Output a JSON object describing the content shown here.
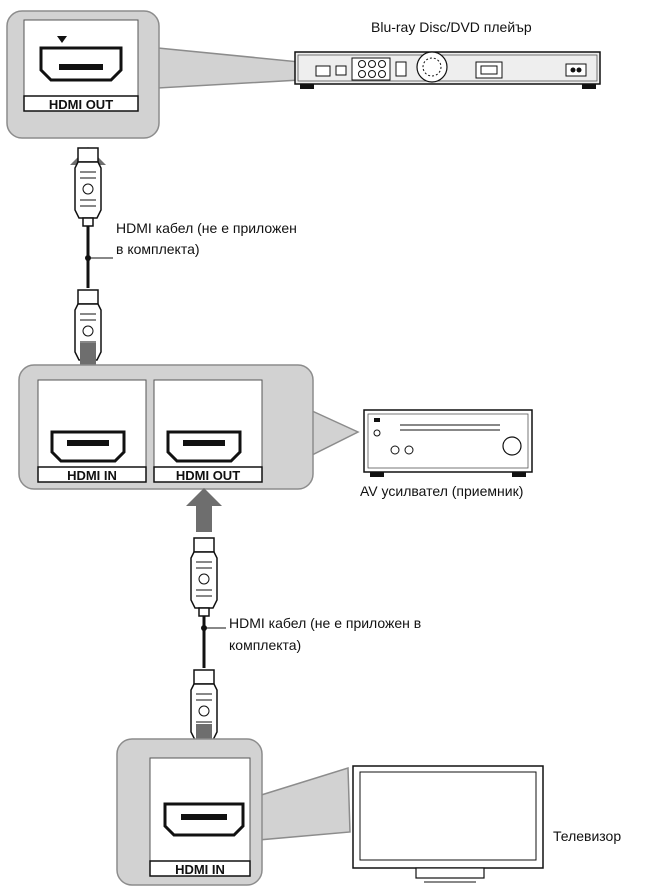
{
  "devices": {
    "player": "Blu-ray Disc/DVD плейър",
    "amplifier": "AV усилвател (приемник)",
    "tv": "Телевизор"
  },
  "cables": {
    "top": [
      "HDMI кабел (не е приложен",
      "в комплекта)"
    ],
    "bottom": [
      "HDMI кабел (не е приложен в",
      "комплекта)"
    ]
  },
  "ports": {
    "player_out": "HDMI OUT",
    "amp_in": "HDMI IN",
    "amp_out": "HDMI OUT",
    "tv_in": "HDMI IN"
  },
  "colors": {
    "panel": "#d2d2d2",
    "panel_border": "#8c8c8c",
    "arrow": "#6e6e6e"
  }
}
